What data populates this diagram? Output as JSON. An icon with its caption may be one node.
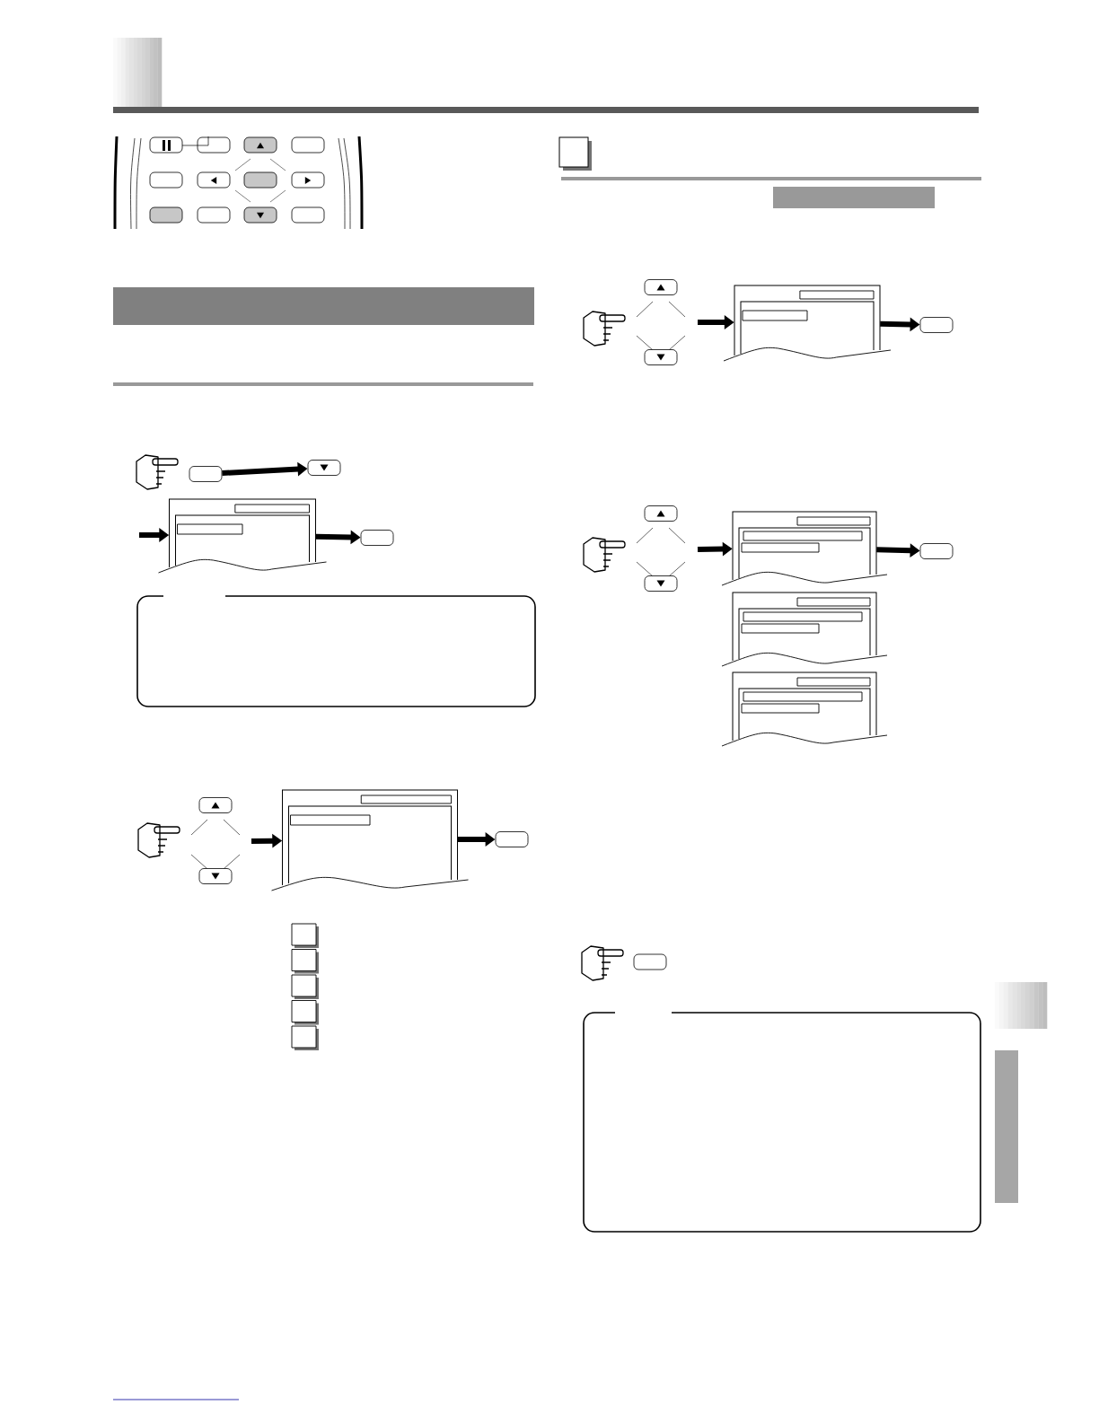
{
  "diagram": {
    "nodes": [
      {
        "text": [],
        "shape": "button"
      },
      {
        "text": [],
        "shape": "button"
      },
      {
        "text": [],
        "shape": "box"
      },
      {
        "text": [],
        "shape": "button"
      },
      {
        "text": [],
        "shape": "button"
      },
      {
        "text": [],
        "shape": "button"
      },
      {
        "text": [],
        "shape": "box"
      },
      {
        "text": [],
        "shape": "button"
      },
      {
        "text": [],
        "shape": "button"
      },
      {
        "text": [],
        "shape": "button"
      },
      {
        "text": [],
        "shape": "box"
      },
      {
        "text": [],
        "shape": "button"
      },
      {
        "text": [],
        "shape": "button"
      },
      {
        "text": [],
        "shape": "button"
      },
      {
        "text": [],
        "shape": "box"
      },
      {
        "text": [],
        "shape": "box"
      },
      {
        "text": [],
        "shape": "box"
      },
      {
        "text": [],
        "shape": "button"
      },
      {
        "text": [],
        "shape": "bar"
      },
      {
        "text": [],
        "shape": "bar"
      }
    ],
    "edges": [
      {
        "from": 0,
        "to": 1,
        "arrow": "to"
      },
      {
        "from": null,
        "to": 2,
        "arrow": "to"
      },
      {
        "from": 2,
        "to": 3,
        "arrow": "to"
      },
      {
        "from": null,
        "to": 6,
        "arrow": "to"
      },
      {
        "from": 6,
        "to": 7,
        "arrow": "to"
      },
      {
        "from": null,
        "to": 10,
        "arrow": "to"
      },
      {
        "from": 10,
        "to": 11,
        "arrow": "to"
      },
      {
        "from": null,
        "to": 14,
        "arrow": "to"
      },
      {
        "from": 14,
        "to": 17,
        "arrow": "to"
      }
    ]
  }
}
